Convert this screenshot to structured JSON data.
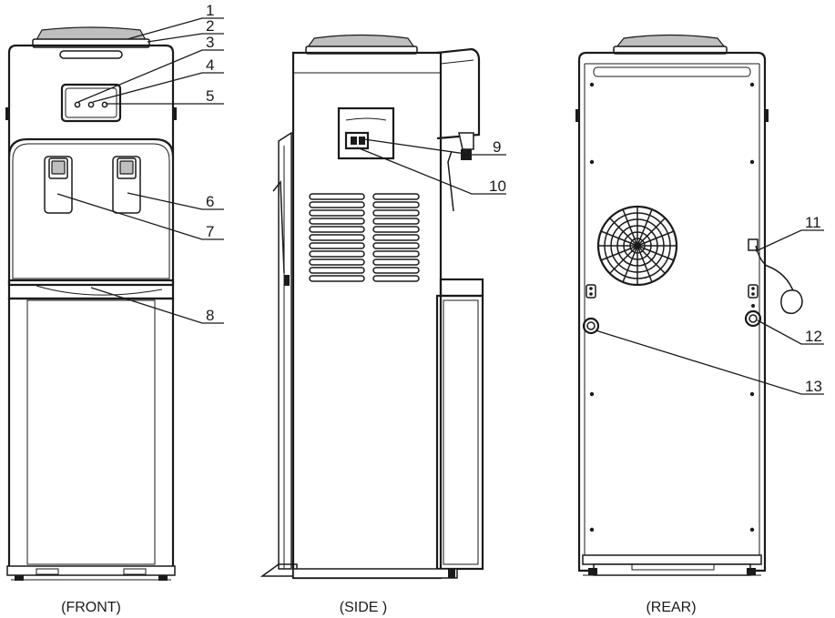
{
  "views": {
    "front": "(FRONT)",
    "side": "(SIDE )",
    "rear": "(REAR)"
  },
  "callouts": [
    "1",
    "2",
    "3",
    "4",
    "5",
    "6",
    "7",
    "8",
    "9",
    "10",
    "11",
    "12",
    "13"
  ]
}
